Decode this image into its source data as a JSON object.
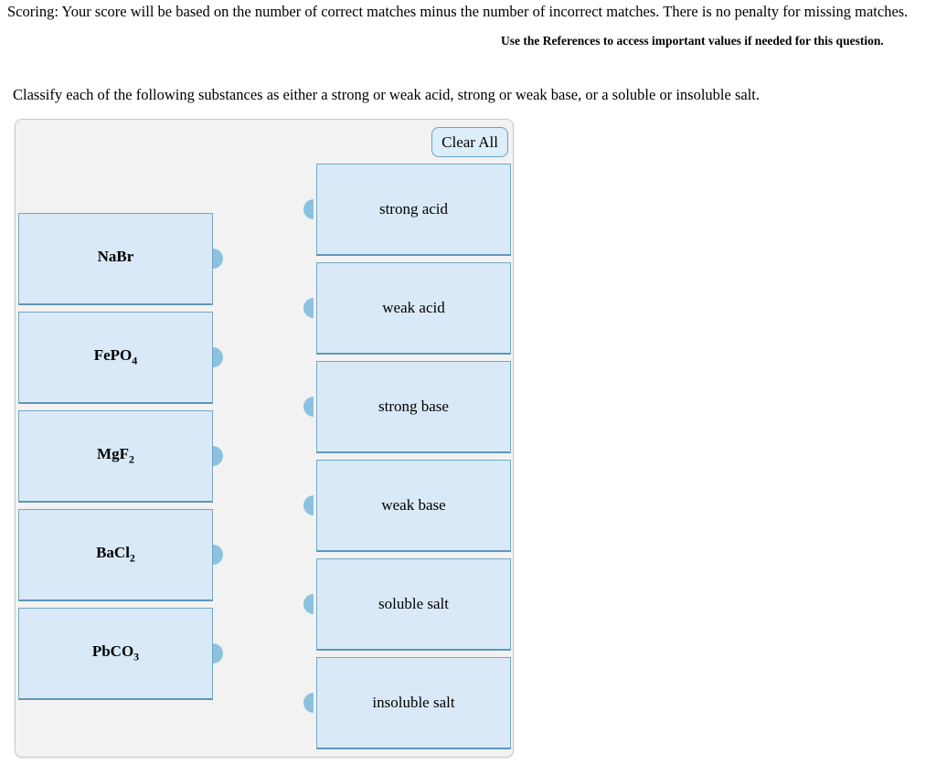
{
  "header": {
    "scoring_text": "Scoring: Your score will be based on the number of correct matches minus the number of incorrect matches. There is no penalty for missing matches.",
    "references_note": "Use the References to access important values if needed for this question.",
    "instruction": "Classify each of the following substances as either a strong or weak acid, strong or weak base, or a soluble or insoluble salt."
  },
  "panel": {
    "clear_all_label": "Clear All",
    "substances": [
      {
        "formula": "NaBr",
        "sub": ""
      },
      {
        "formula": "FePO",
        "sub": "4"
      },
      {
        "formula": "MgF",
        "sub": "2"
      },
      {
        "formula": "BaCl",
        "sub": "2"
      },
      {
        "formula": "PbCO",
        "sub": "3"
      }
    ],
    "categories": [
      {
        "label": "strong acid"
      },
      {
        "label": "weak acid"
      },
      {
        "label": "strong base"
      },
      {
        "label": "weak base"
      },
      {
        "label": "soluble salt"
      },
      {
        "label": "insoluble salt"
      }
    ]
  },
  "colors": {
    "panel_background": "#f2f2f2",
    "panel_border": "#c7c9d1",
    "box_fill": "#d9e9f7",
    "box_border": "#74a7c6",
    "connector": "#8ac2e0",
    "clear_all_fill": "#ddeefb",
    "clear_all_border": "#66a1c8"
  }
}
